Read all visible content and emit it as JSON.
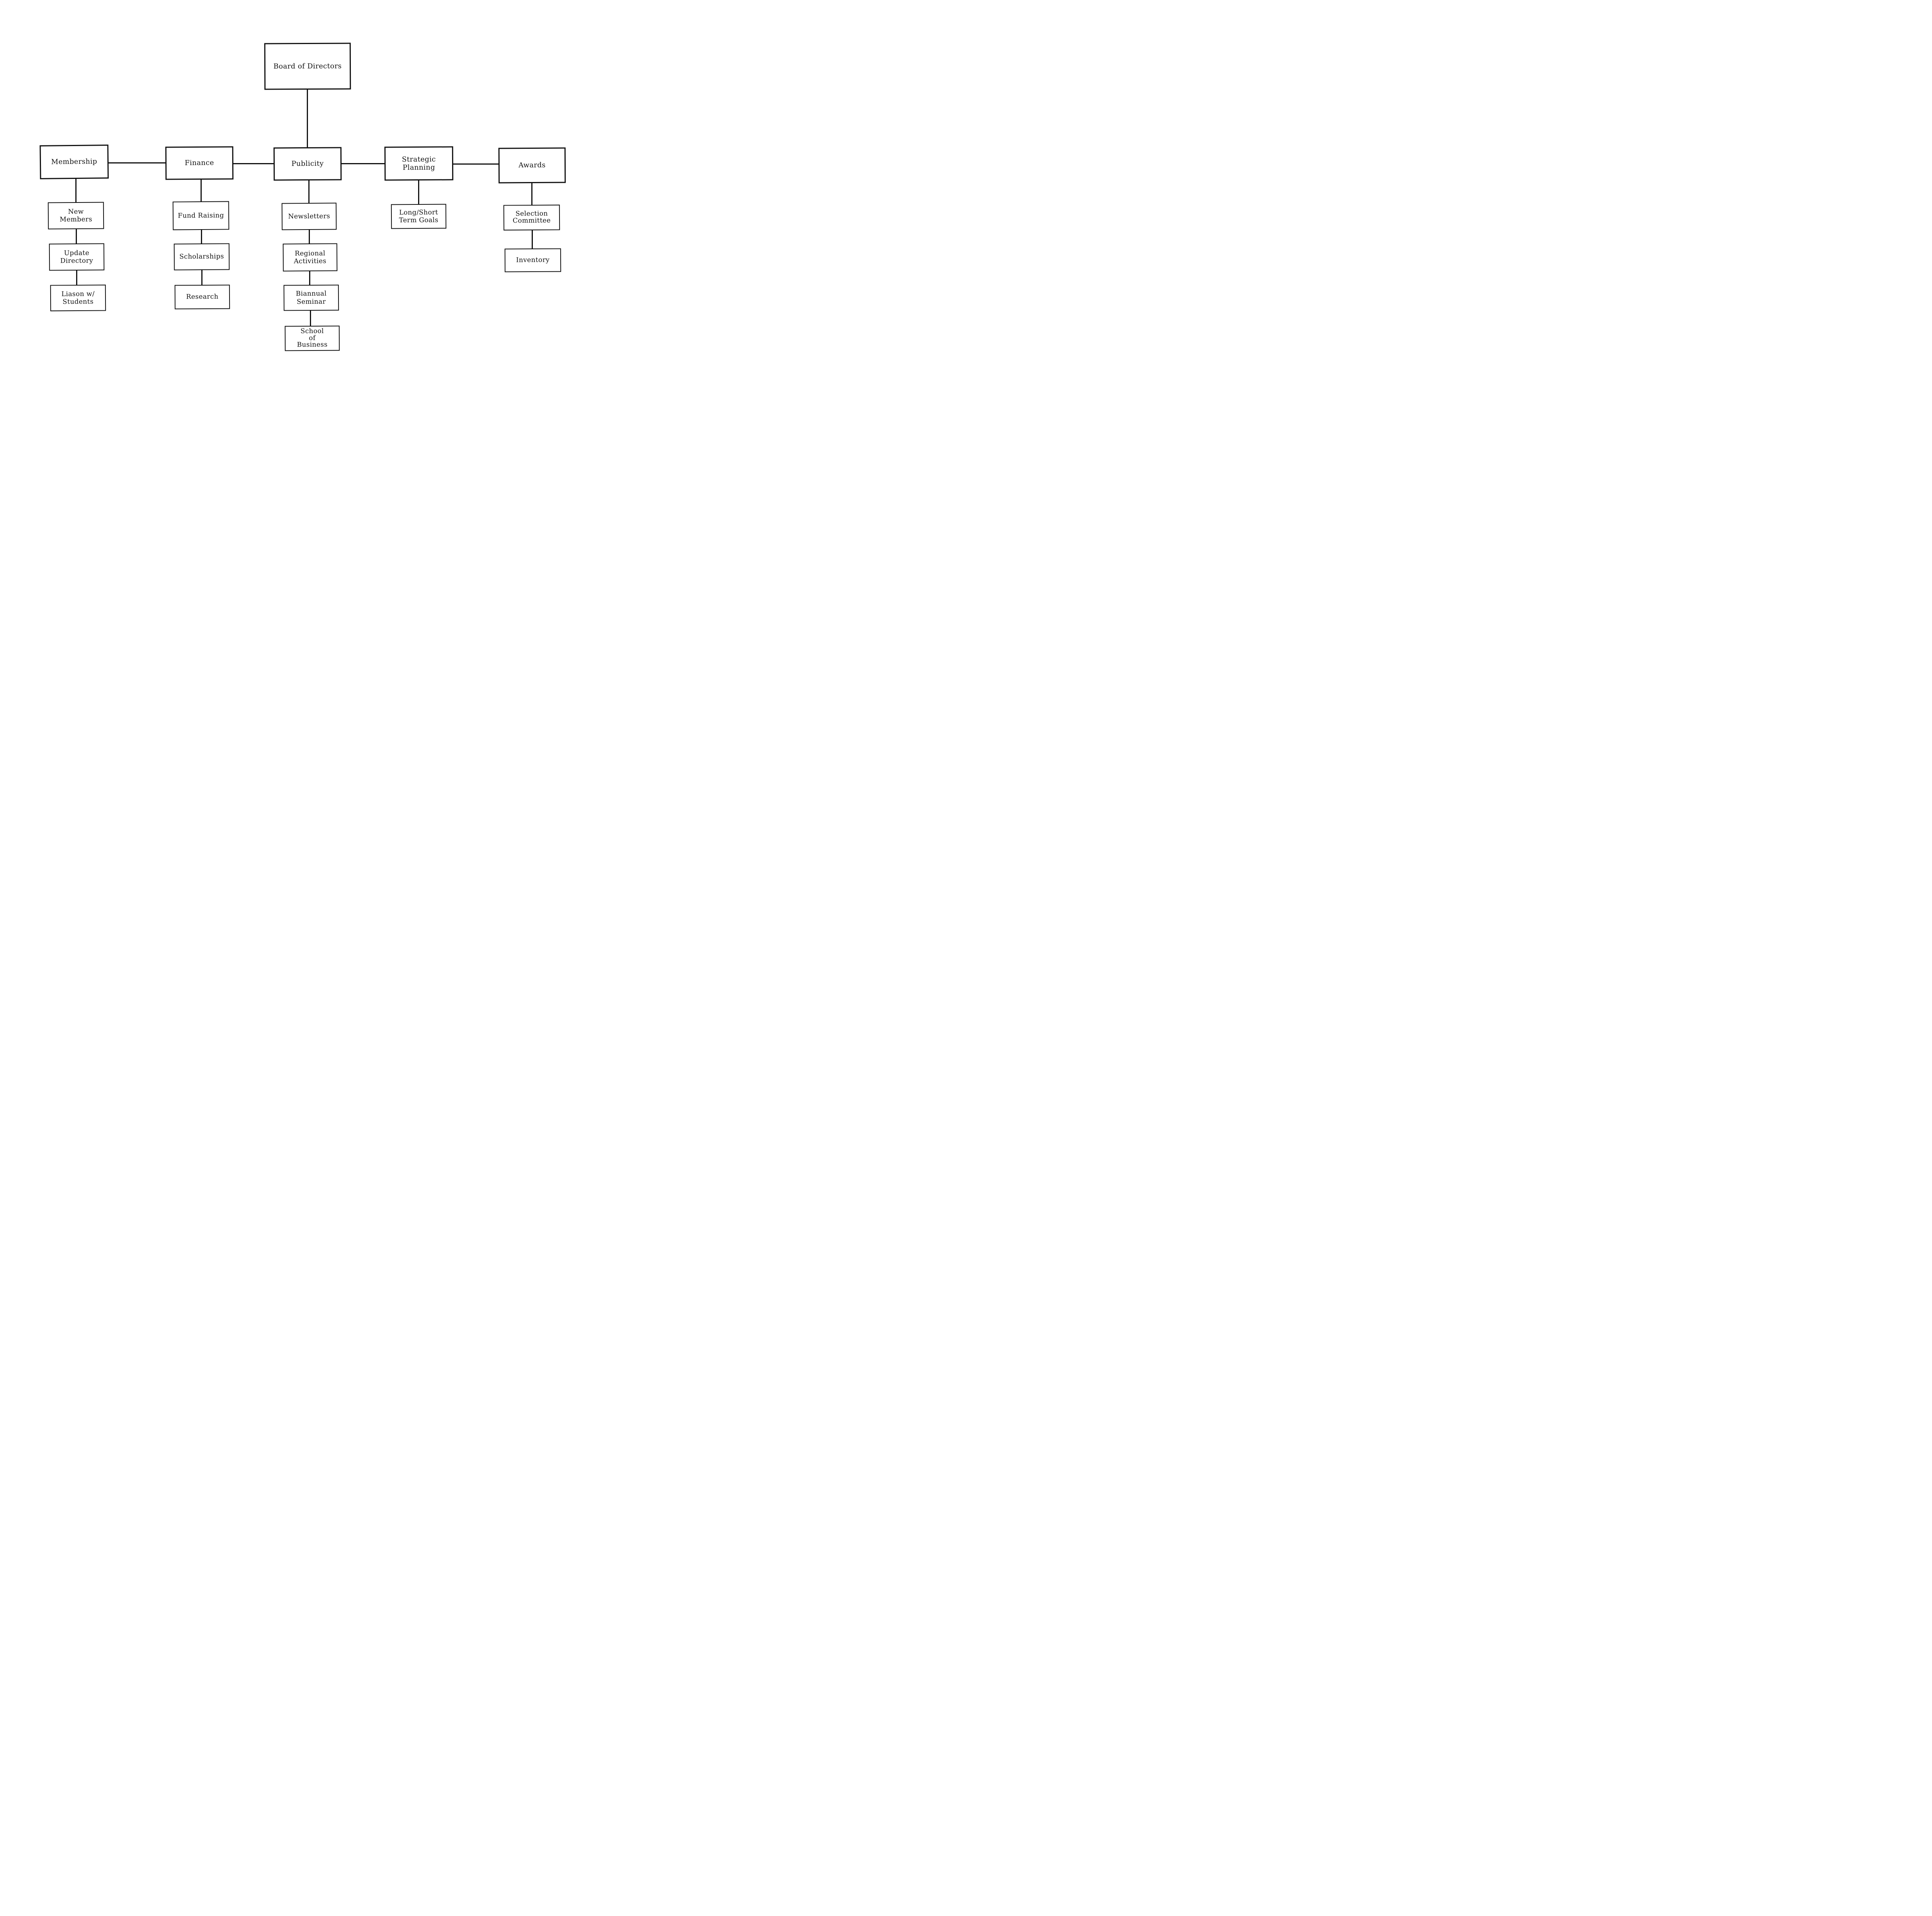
{
  "org_chart": {
    "root": {
      "label": "Board of Directors"
    },
    "branches": [
      {
        "label": "Membership",
        "children": [
          {
            "label": "New\nMembers"
          },
          {
            "label": "Update\nDirectory"
          },
          {
            "label": "Liason w/\nStudents"
          }
        ]
      },
      {
        "label": "Finance",
        "children": [
          {
            "label": "Fund Raising"
          },
          {
            "label": "Scholarships"
          },
          {
            "label": "Research"
          }
        ]
      },
      {
        "label": "Publicity",
        "children": [
          {
            "label": "Newsletters"
          },
          {
            "label": "Regional\nActivities"
          },
          {
            "label": "Biannual\nSeminar"
          },
          {
            "label": "School\nof\nBusiness"
          }
        ]
      },
      {
        "label": "Strategic\nPlanning",
        "children": [
          {
            "label": "Long/Short\nTerm Goals"
          }
        ]
      },
      {
        "label": "Awards",
        "children": [
          {
            "label": "Selection\nCommittee"
          },
          {
            "label": "Inventory"
          }
        ]
      }
    ],
    "colors": {
      "ink": "#101010",
      "paper": "#ffffff"
    }
  }
}
